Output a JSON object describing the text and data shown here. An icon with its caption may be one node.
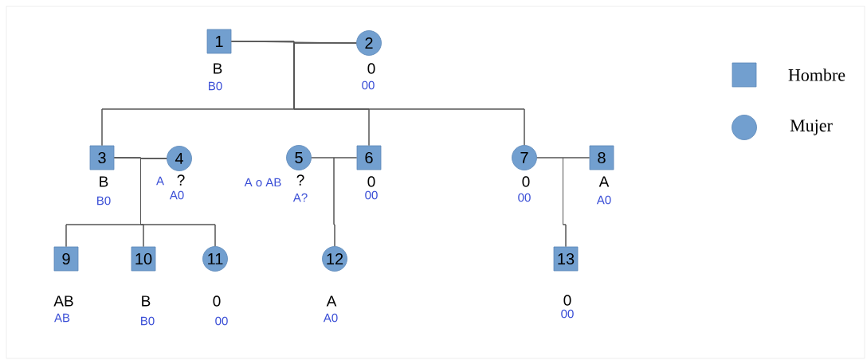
{
  "diagram": {
    "nodes": [
      {
        "text": [
          "1"
        ],
        "beside": [
          "B",
          "B0"
        ]
      },
      {
        "text": [
          "2"
        ],
        "beside": [
          "0",
          "00"
        ]
      },
      {
        "text": [
          "3"
        ],
        "beside": [
          "B",
          "B0"
        ]
      },
      {
        "text": [
          "4"
        ],
        "beside": [
          "?",
          "A0",
          "A"
        ]
      },
      {
        "text": [
          "5"
        ],
        "beside": [
          "?",
          "A?",
          "A o AB"
        ]
      },
      {
        "text": [
          "6"
        ],
        "beside": [
          "0",
          "00"
        ]
      },
      {
        "text": [
          "7"
        ],
        "beside": [
          "0",
          "00"
        ]
      },
      {
        "text": [
          "8"
        ],
        "beside": [
          "A",
          "A0"
        ]
      },
      {
        "text": [
          "9"
        ],
        "beside": [
          "AB",
          "AB"
        ]
      },
      {
        "text": [
          "10"
        ],
        "beside": [
          "B",
          "B0"
        ]
      },
      {
        "text": [
          "11"
        ],
        "beside": [
          "0",
          "00"
        ]
      },
      {
        "text": [
          "12"
        ],
        "beside": [
          "A",
          "A0"
        ]
      },
      {
        "text": [
          "13"
        ],
        "beside": [
          "0",
          "00"
        ]
      }
    ],
    "edges": [
      {
        "from": 0,
        "to": 1,
        "arrow": "none"
      },
      {
        "from": 0,
        "to": 2,
        "arrow": "none"
      },
      {
        "from": 1,
        "to": 2,
        "arrow": "none"
      },
      {
        "from": 0,
        "to": 5,
        "arrow": "none"
      },
      {
        "from": 1,
        "to": 5,
        "arrow": "none"
      },
      {
        "from": 0,
        "to": 6,
        "arrow": "none"
      },
      {
        "from": 1,
        "to": 6,
        "arrow": "none"
      },
      {
        "from": 2,
        "to": 3,
        "arrow": "none"
      },
      {
        "from": 2,
        "to": 8,
        "arrow": "none"
      },
      {
        "from": 3,
        "to": 8,
        "arrow": "none"
      },
      {
        "from": 2,
        "to": 9,
        "arrow": "none"
      },
      {
        "from": 3,
        "to": 9,
        "arrow": "none"
      },
      {
        "from": 2,
        "to": 10,
        "arrow": "none"
      },
      {
        "from": 3,
        "to": 10,
        "arrow": "none"
      },
      {
        "from": 4,
        "to": 5,
        "arrow": "none"
      },
      {
        "from": 4,
        "to": 11,
        "arrow": "none"
      },
      {
        "from": 5,
        "to": 11,
        "arrow": "none"
      },
      {
        "from": 6,
        "to": 7,
        "arrow": "none"
      },
      {
        "from": 6,
        "to": 12,
        "arrow": "none"
      },
      {
        "from": 7,
        "to": 12,
        "arrow": "none"
      }
    ],
    "legend": [
      {
        "text": "Hombre"
      },
      {
        "text": "Mujer"
      }
    ]
  }
}
